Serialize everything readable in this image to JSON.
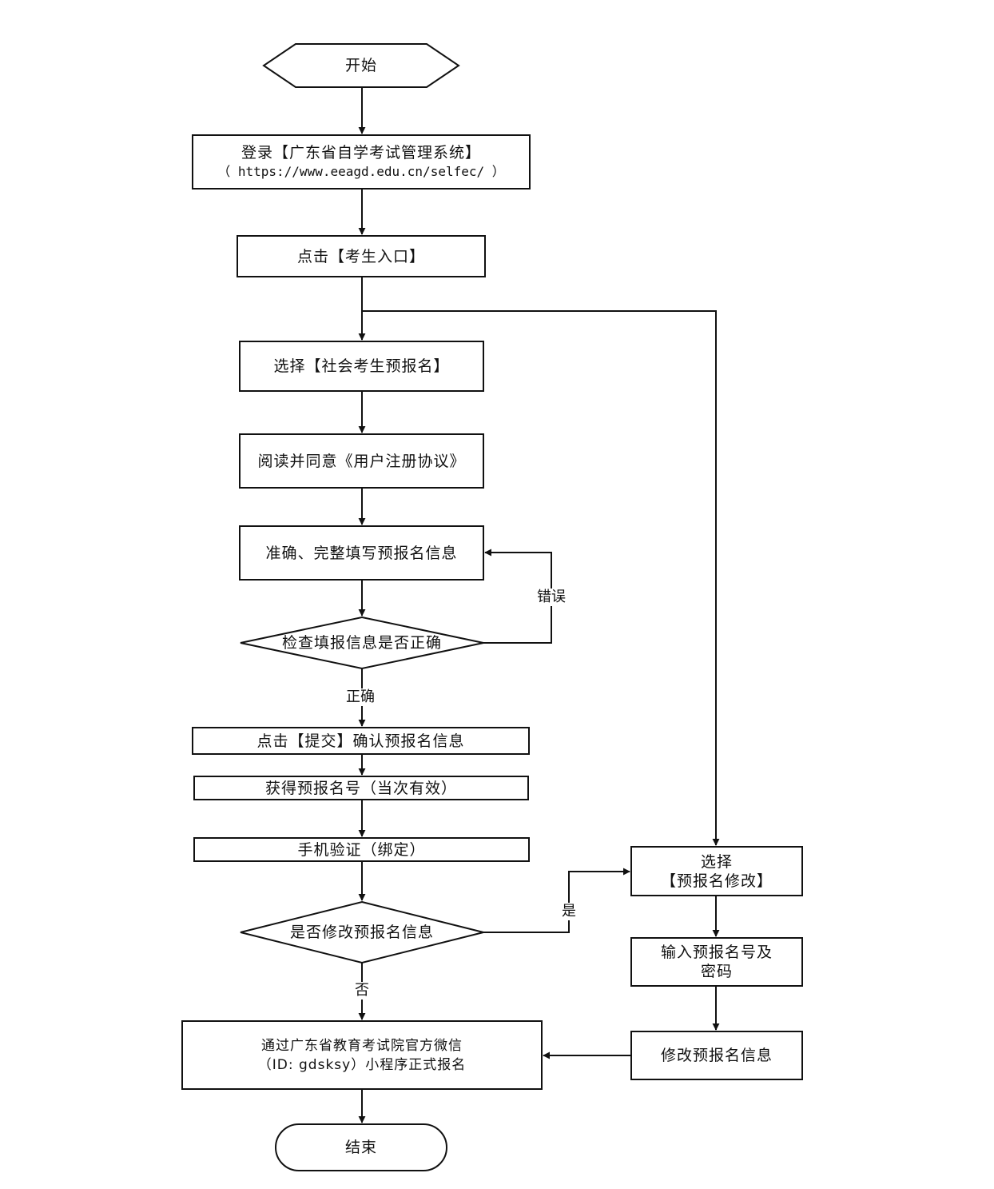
{
  "nodes": {
    "start": "开始",
    "login_line1": "登录【广东省自学考试管理系统】",
    "login_line2": "（ https://www.eeagd.edu.cn/selfec/ ）",
    "student_entry": "点击【考生入口】",
    "select_prereg": "选择【社会考生预报名】",
    "agree": "阅读并同意《用户注册协议》",
    "fill_info": "准确、完整填写预报名信息",
    "check_info": "检查填报信息是否正确",
    "submit": "点击【提交】确认预报名信息",
    "get_number": "获得预报名号（当次有效）",
    "phone_verify": "手机验证（绑定）",
    "modify_q": "是否修改预报名信息",
    "select_modify_line1": "选择",
    "select_modify_line2": "【预报名修改】",
    "input_line1": "输入预报名号及",
    "input_line2": "密码",
    "modify_info": "修改预报名信息",
    "final_line1": "通过广东省教育考试院官方微信",
    "final_line2": "（ID: gdsksy）小程序正式报名",
    "end": "结束"
  },
  "edges": {
    "wrong": "错误",
    "correct": "正确",
    "yes": "是",
    "no": "否"
  }
}
